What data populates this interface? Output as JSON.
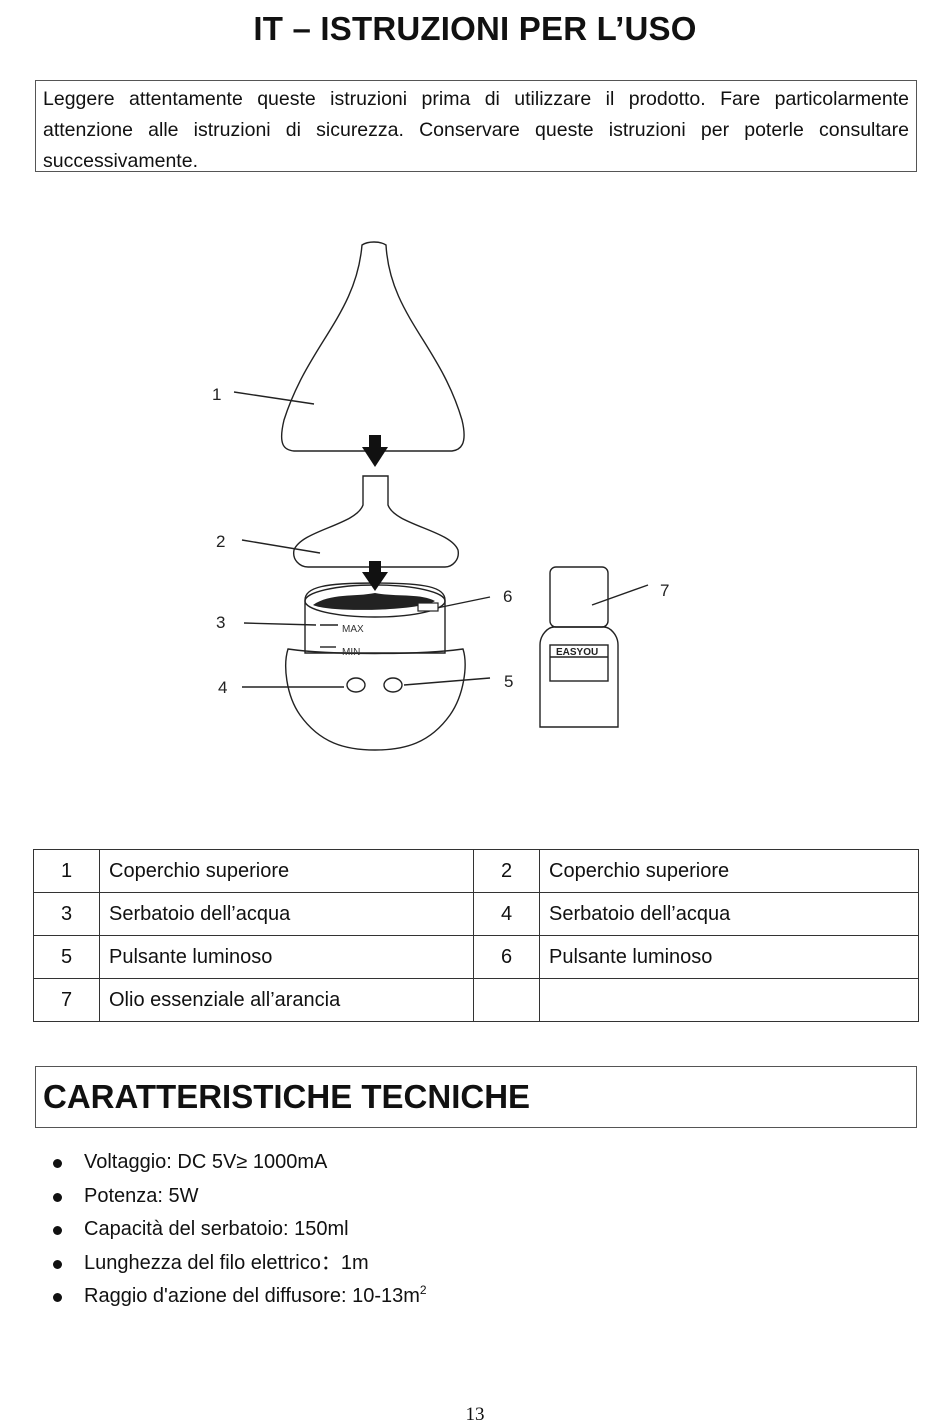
{
  "title": "IT – ISTRUZIONI PER L’USO",
  "intro": "Leggere attentamente queste istruzioni prima di utilizzare il prodotto. Fare particolarmente attenzione alle istruzioni di sicurezza. Conservare queste istruzioni per poterle consultare successivamente.",
  "diagram": {
    "callouts": [
      "1",
      "2",
      "3",
      "4",
      "5",
      "6",
      "7"
    ],
    "tank_max_label": "MAX",
    "tank_min_label": "MIN",
    "bottle_brand": "EASYOU"
  },
  "parts_table": {
    "rows": [
      [
        {
          "num": "1",
          "name": "Coperchio superiore"
        },
        {
          "num": "2",
          "name": "Coperchio superiore"
        }
      ],
      [
        {
          "num": "3",
          "name": "Serbatoio dell’acqua"
        },
        {
          "num": "4",
          "name": "Serbatoio dell’acqua"
        }
      ],
      [
        {
          "num": "5",
          "name": "Pulsante luminoso"
        },
        {
          "num": "6",
          "name": "Pulsante luminoso"
        }
      ],
      [
        {
          "num": "7",
          "name": "Olio essenziale all’arancia"
        },
        {
          "num": "",
          "name": ""
        }
      ]
    ]
  },
  "specs": {
    "heading": "CARATTERISTICHE TECNICHE",
    "items": [
      "Voltaggio: DC 5V≥ 1000mA",
      "Potenza: 5W",
      "Capacità del serbatoio: 150ml",
      "Lunghezza del filo elettrico：1m",
      "Raggio d'azione del diffusore: 10-13m"
    ],
    "last_item_superscript": "2"
  },
  "page_number": "13"
}
